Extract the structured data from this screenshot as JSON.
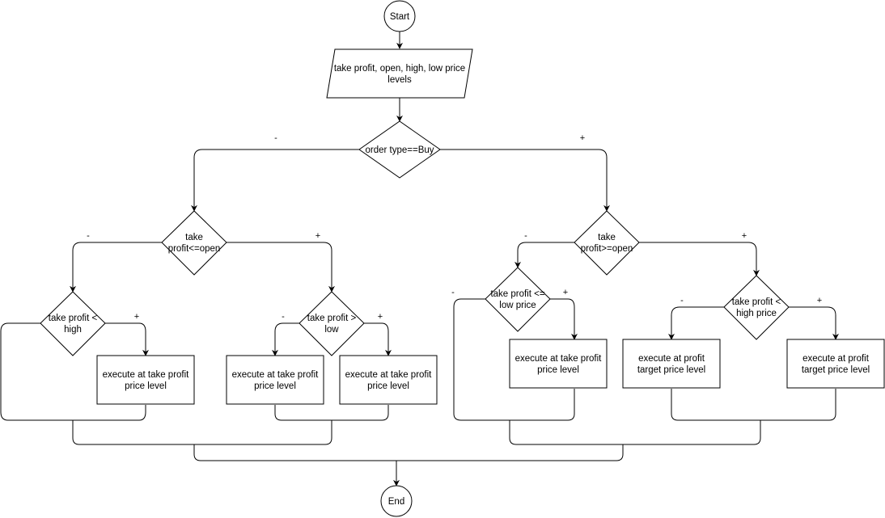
{
  "nodes": {
    "start": "Start",
    "input": [
      "take profit, open, high, low price",
      "levels"
    ],
    "order_type": "order type==Buy",
    "tp_le_open": [
      "take",
      "profit<=open"
    ],
    "tp_ge_open": [
      "take",
      "profit>=open"
    ],
    "tp_lt_high_left": [
      "take profit <",
      "high"
    ],
    "tp_gt_low": [
      "take profit >",
      "low"
    ],
    "tp_le_low": [
      "take profit <=",
      "low price"
    ],
    "tp_lt_high_right": [
      "take profit <",
      "high price"
    ],
    "exec_tp_1": [
      "execute at take profit",
      "price level"
    ],
    "exec_tp_2": [
      "execute at take profit",
      "price level"
    ],
    "exec_tp_3": [
      "execute at take profit",
      "price level"
    ],
    "exec_tp_4": [
      "execute at take profit",
      "price level"
    ],
    "exec_target_1": [
      "execute at profit",
      "target price level"
    ],
    "exec_target_2": [
      "execute at profit",
      "target price level"
    ],
    "end": "End"
  },
  "branch_labels": {
    "order_type_no": "-",
    "order_type_yes": "+",
    "tp_le_open_no": "-",
    "tp_le_open_yes": "+",
    "tp_ge_open_no": "-",
    "tp_ge_open_yes": "+",
    "tp_lt_high_left_yes": "+",
    "tp_gt_low_no": "-",
    "tp_gt_low_yes": "+",
    "tp_le_low_no": "-",
    "tp_le_low_yes": "+",
    "tp_lt_high_right_no": "-",
    "tp_lt_high_right_yes": "+"
  }
}
